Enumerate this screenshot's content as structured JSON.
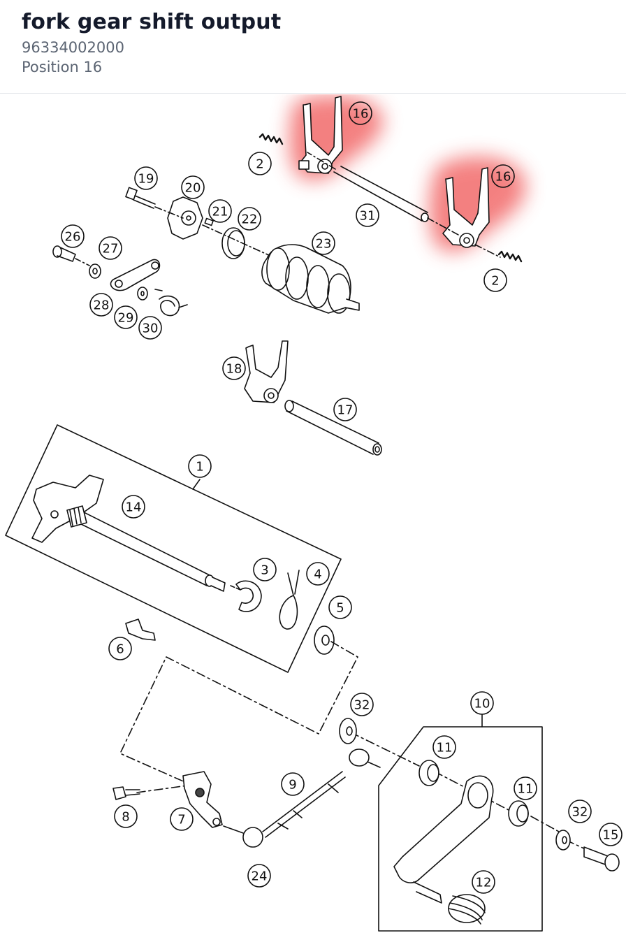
{
  "part": {
    "title": "fork gear shift output",
    "number": "96334002000",
    "position": "Position 16"
  },
  "highlight_color": "#f26a6a",
  "callouts": [
    "16",
    "16",
    "2",
    "2",
    "19",
    "20",
    "21",
    "22",
    "23",
    "31",
    "26",
    "27",
    "28",
    "29",
    "30",
    "18",
    "17",
    "1",
    "14",
    "3",
    "4",
    "5",
    "6",
    "32",
    "10",
    "11",
    "11",
    "9",
    "8",
    "7",
    "24",
    "32",
    "15",
    "12"
  ]
}
